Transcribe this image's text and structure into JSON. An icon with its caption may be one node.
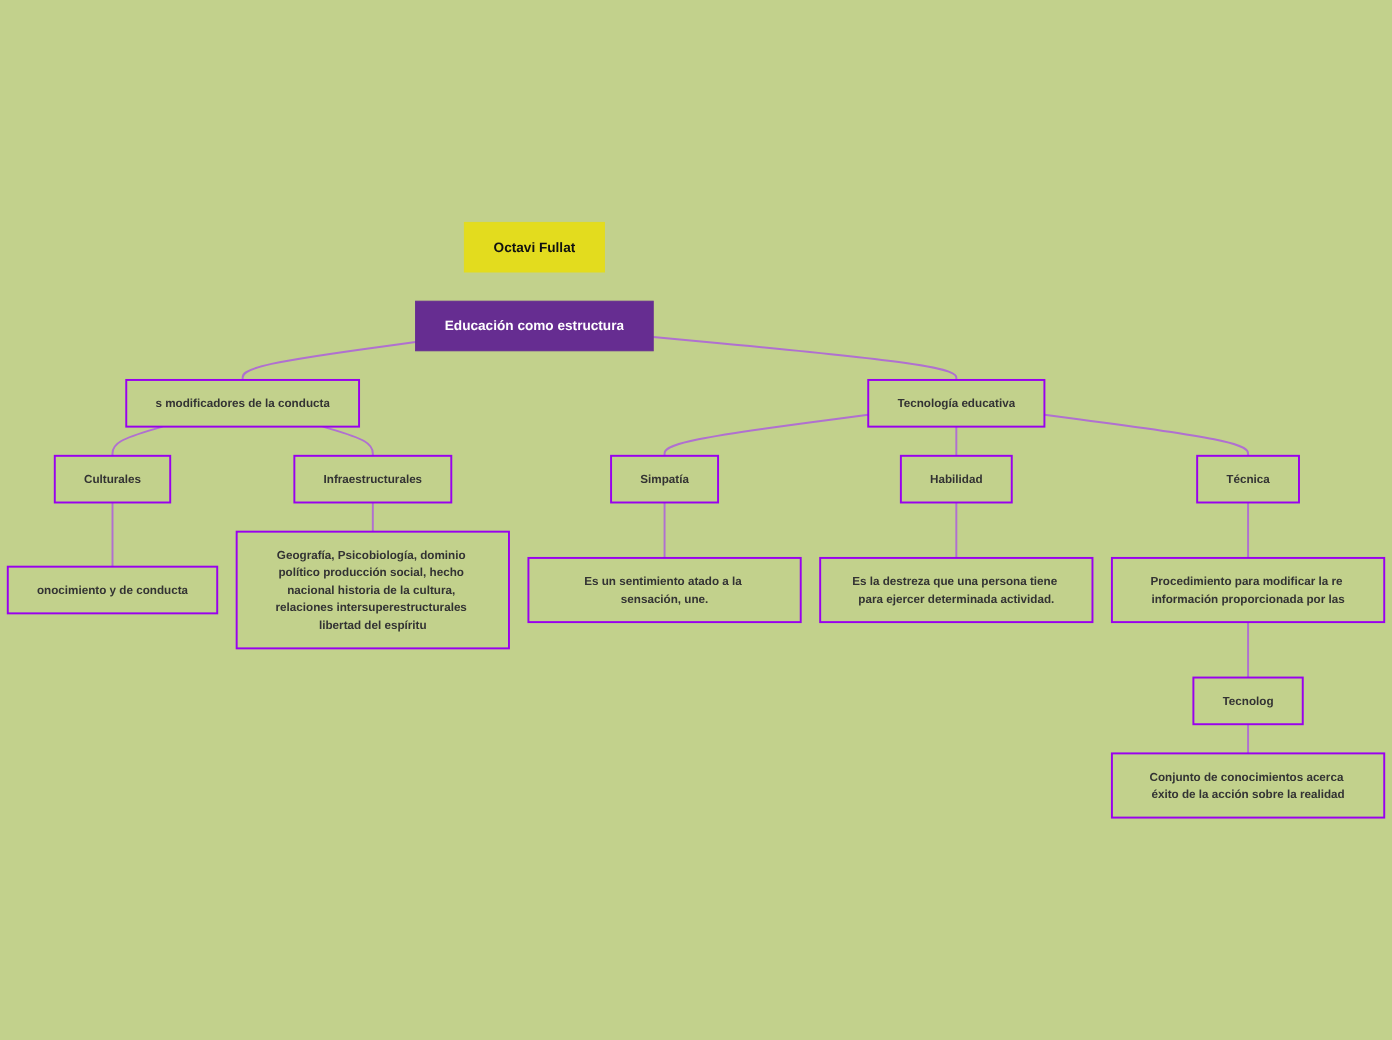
{
  "diagram": {
    "nodes": [
      {
        "text": [
          "Educación como estructura"
        ]
      },
      {
        "text": [
          "Octavi Fullat"
        ]
      },
      {
        "text": [
          "s modificadores de la conducta"
        ]
      },
      {
        "text": [
          "Culturales"
        ]
      },
      {
        "text": [
          "onocimiento y de conducta"
        ]
      },
      {
        "text": [
          "Infraestructurales"
        ]
      },
      {
        "text": [
          "Geografía, Psicobiología, dominio político producción social, hecho nacional historia de la cultura, relaciones intersuperestructurales libertad del espíritu"
        ]
      },
      {
        "text": [
          "Tecnología educativa"
        ]
      },
      {
        "text": [
          "Simpatía"
        ]
      },
      {
        "text": [
          "Es un sentimiento atado a la sensación, une."
        ]
      },
      {
        "text": [
          "Habilidad"
        ]
      },
      {
        "text": [
          "Es la destreza que una persona tiene para ejercer determinada actividad."
        ]
      },
      {
        "text": [
          "Técnica"
        ]
      },
      {
        "text": [
          "Procedimiento para modificar la re información proporcionada por las"
        ]
      },
      {
        "text": [
          "Tecnolog"
        ]
      },
      {
        "text": [
          "Conjunto de conocimientos acerca éxito de la acción sobre la realidad"
        ]
      }
    ],
    "edges": [
      {
        "from": 0,
        "to": 2,
        "arrow": "none"
      },
      {
        "from": 2,
        "to": 3,
        "arrow": "none"
      },
      {
        "from": 3,
        "to": 4,
        "arrow": "none"
      },
      {
        "from": 2,
        "to": 5,
        "arrow": "none"
      },
      {
        "from": 5,
        "to": 6,
        "arrow": "none"
      },
      {
        "from": 0,
        "to": 7,
        "arrow": "none"
      },
      {
        "from": 7,
        "to": 8,
        "arrow": "none"
      },
      {
        "from": 8,
        "to": 9,
        "arrow": "none"
      },
      {
        "from": 7,
        "to": 10,
        "arrow": "none"
      },
      {
        "from": 10,
        "to": 11,
        "arrow": "none"
      },
      {
        "from": 7,
        "to": 12,
        "arrow": "none"
      },
      {
        "from": 12,
        "to": 13,
        "arrow": "none"
      },
      {
        "from": 13,
        "to": 14,
        "arrow": "none"
      },
      {
        "from": 14,
        "to": 15,
        "arrow": "none"
      }
    ]
  }
}
